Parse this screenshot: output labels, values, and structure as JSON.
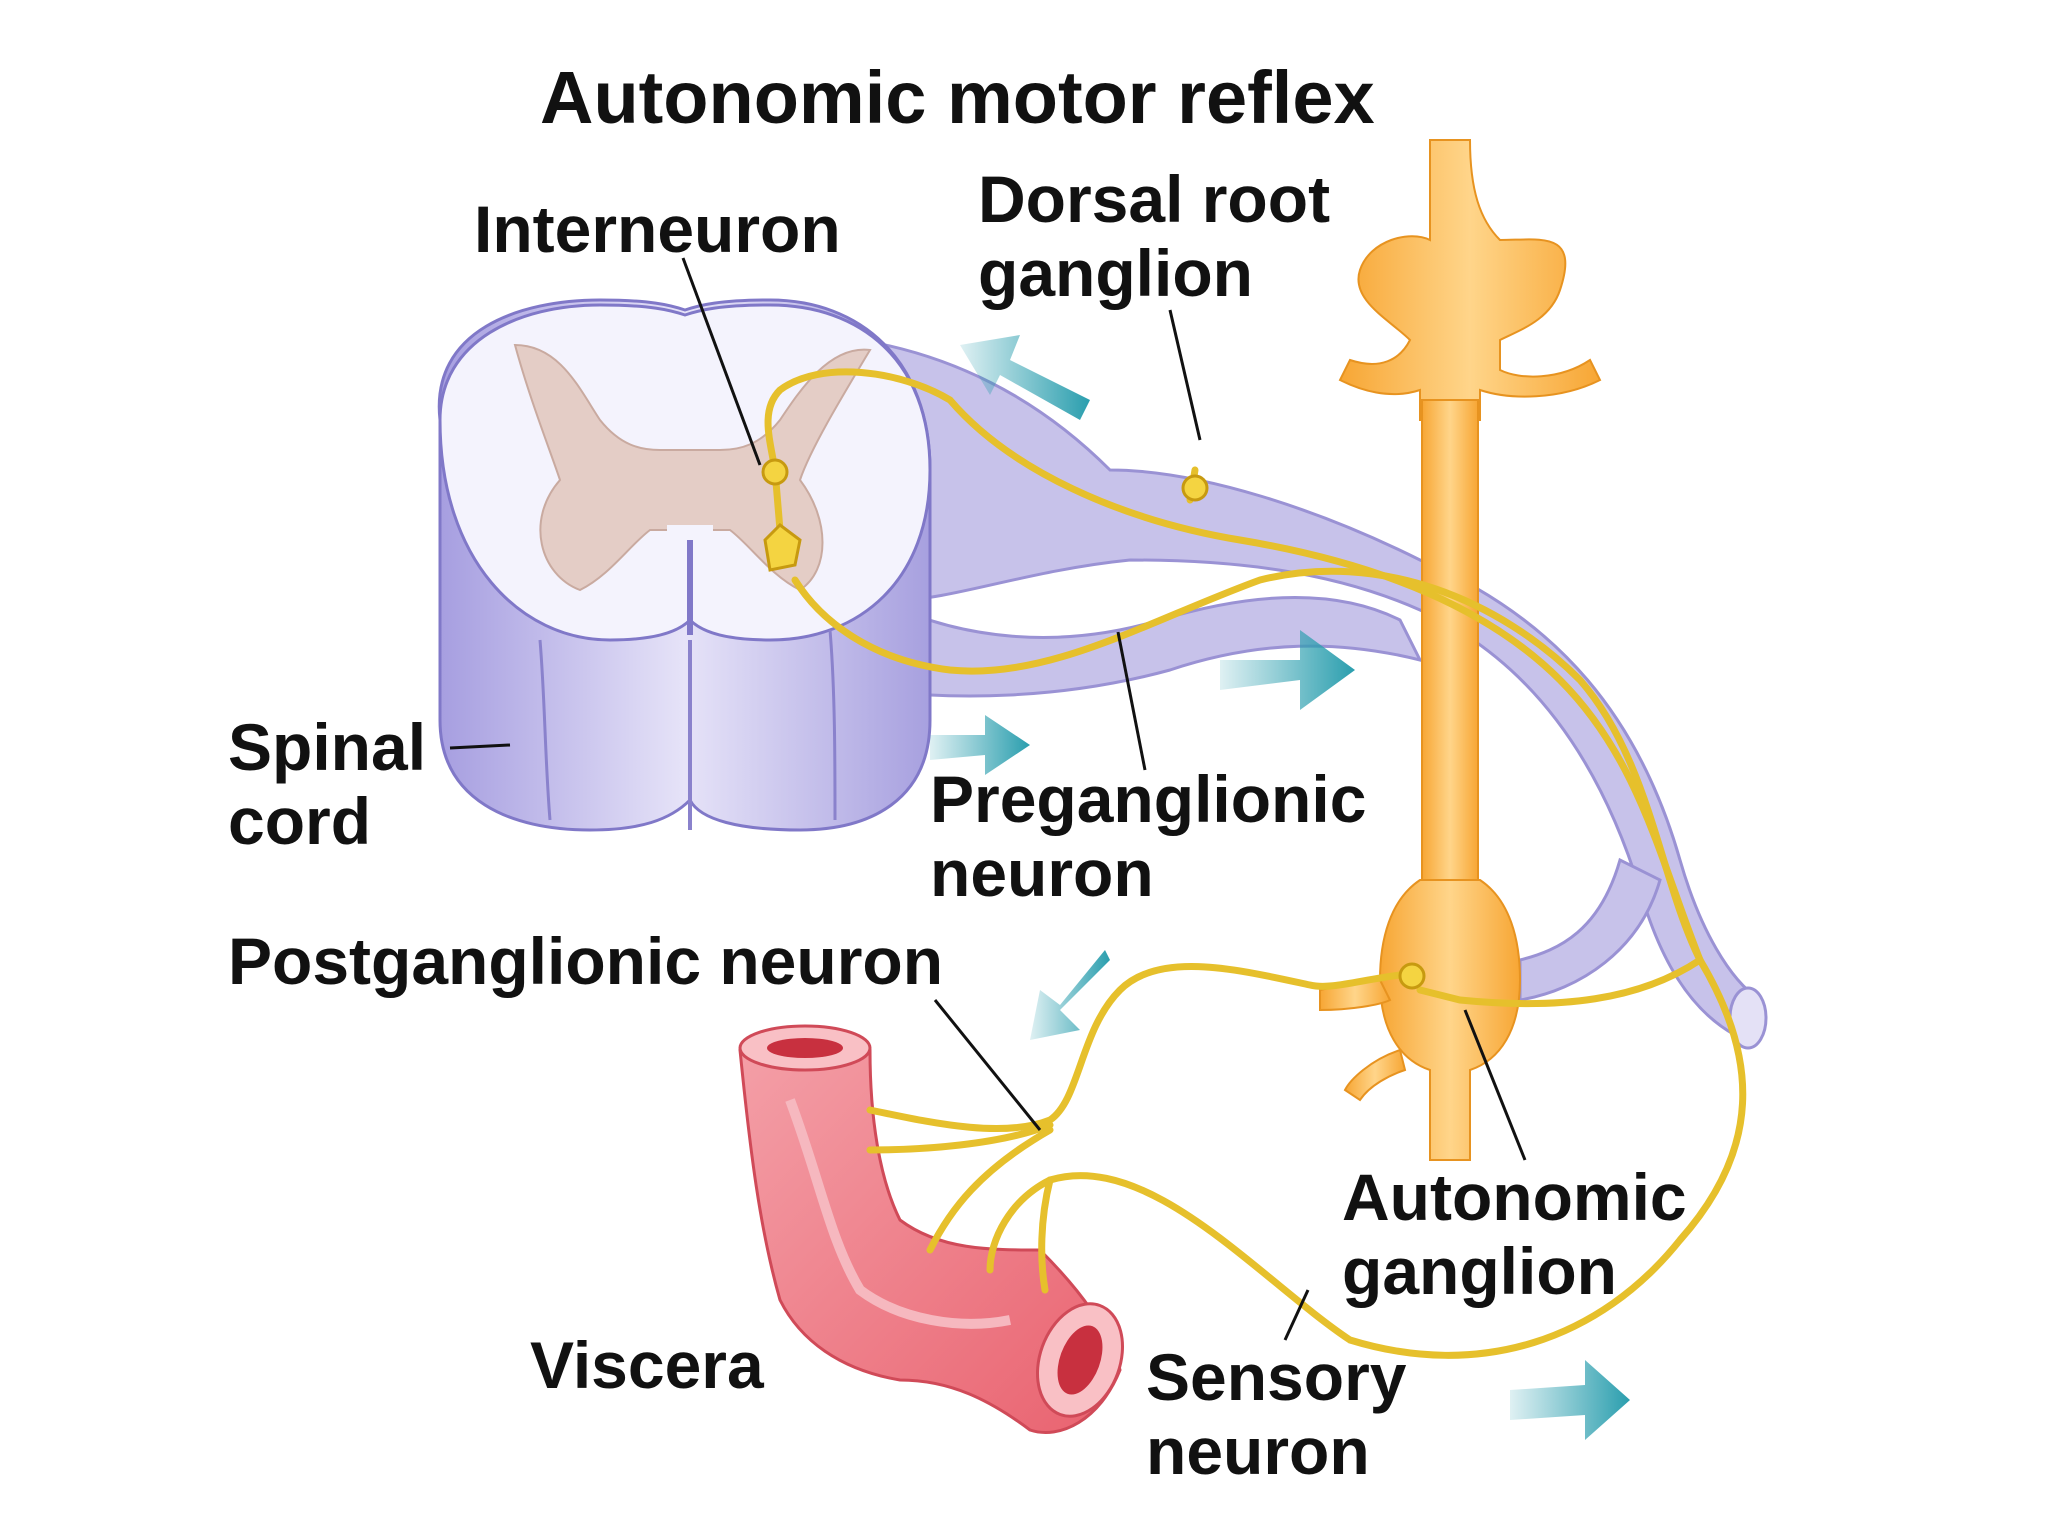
{
  "title": "Autonomic motor reflex",
  "labels": {
    "interneuron": "Interneuron",
    "dorsal_root_ganglion": [
      "Dorsal root",
      "ganglion"
    ],
    "spinal_cord": [
      "Spinal",
      "cord"
    ],
    "preganglionic_neuron": [
      "Preganglionic",
      "neuron"
    ],
    "postganglionic_neuron": "Postganglionic neuron",
    "autonomic_ganglion": [
      "Autonomic",
      "ganglion"
    ],
    "viscera": "Viscera",
    "sensory_neuron": [
      "Sensory",
      "neuron"
    ]
  },
  "colors": {
    "nerve_tissue": "#c6c2ea",
    "gray_matter": "#e4cdc6",
    "sympathetic_chain": "#f9b84a",
    "neuron": "#e6c02c",
    "viscera": "#ee7b88",
    "arrow": "#2a9eae"
  }
}
